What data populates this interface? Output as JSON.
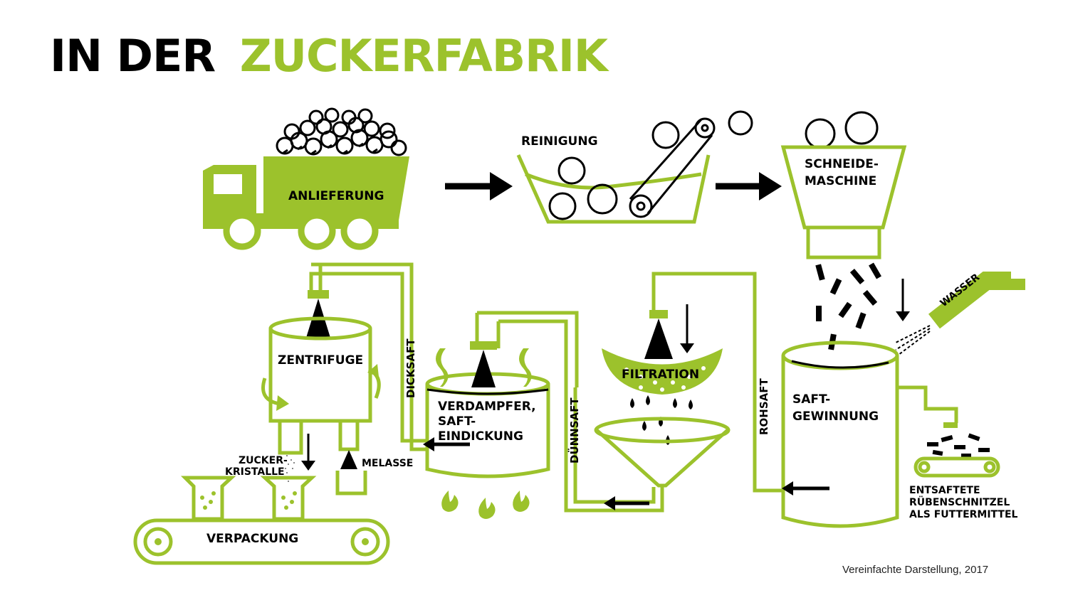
{
  "title": {
    "part1": "IN DER",
    "part2": "ZUCKERFABRIK"
  },
  "colors": {
    "accent": "#9cc22c",
    "ink": "#000000",
    "background": "#ffffff"
  },
  "stations": {
    "delivery": "ANLIEFERUNG",
    "cleaning": "REINIGUNG",
    "cutter_line1": "SCHNEIDE-",
    "cutter_line2": "MASCHINE",
    "water": "WASSER",
    "extraction_line1": "SAFT-",
    "extraction_line2": "GEWINNUNG",
    "pulp_line1": "ENTSAFTETE",
    "pulp_line2": "RÜBENSCHNITZEL",
    "pulp_line3": "ALS FUTTERMITTEL",
    "filtration": "FILTRATION",
    "evaporator_line1": "VERDAMPFER,",
    "evaporator_line2": "SAFT-",
    "evaporator_line3": "EINDICKUNG",
    "centrifuge": "ZENTRIFUGE",
    "crystals_line1": "ZUCKER-",
    "crystals_line2": "KRISTALLE",
    "molasses": "MELASSE",
    "packaging": "VERPACKUNG"
  },
  "pipes": {
    "raw_juice": "ROHSAFT",
    "thin_juice": "DÜNNSAFT",
    "thick_juice": "DICKSAFT"
  },
  "footnote": "Vereinfachte Darstellung, 2017"
}
